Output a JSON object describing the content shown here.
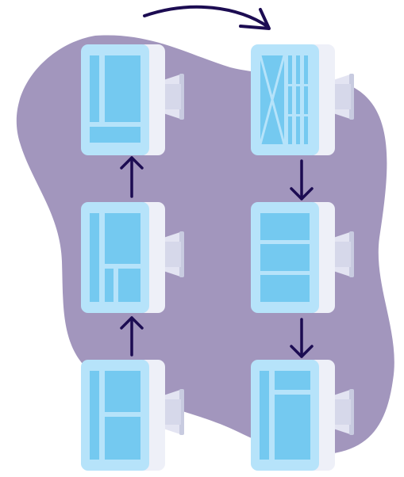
{
  "illustration": {
    "subject": "wireframe-layout-flow",
    "monitors": [
      {
        "id": "monitor-top-left",
        "layout": "sidebar-content-footer"
      },
      {
        "id": "monitor-top-right",
        "layout": "crossed-placeholder-with-columns"
      },
      {
        "id": "monitor-mid-left",
        "layout": "sidebar-content-split-bottom"
      },
      {
        "id": "monitor-mid-right",
        "layout": "three-horizontal-rows"
      },
      {
        "id": "monitor-bottom-left",
        "layout": "sidebar-two-stacked-blocks"
      },
      {
        "id": "monitor-bottom-right",
        "layout": "sidebar-header-content"
      }
    ],
    "arrows": [
      {
        "id": "arrow-bottom-to-mid-left",
        "direction": "up"
      },
      {
        "id": "arrow-mid-to-top-left",
        "direction": "up"
      },
      {
        "id": "arrow-curved-top",
        "direction": "right"
      },
      {
        "id": "arrow-top-to-mid-right",
        "direction": "down"
      },
      {
        "id": "arrow-mid-to-bottom-right",
        "direction": "down"
      }
    ],
    "colors": {
      "blob": "#a296bd",
      "monitor_frame": "#b6e3fa",
      "monitor_bezel": "#eef0f8",
      "content_block": "#74c9f0",
      "stand": "#e3e4f2",
      "stand_dark": "#c8cbe0",
      "arrow": "#1c0c52"
    }
  }
}
